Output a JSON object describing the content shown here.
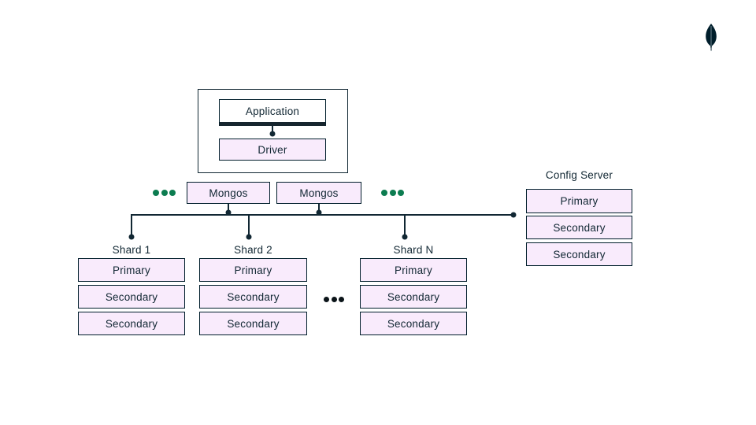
{
  "page": {
    "background": "#FFFFFF"
  },
  "colors": {
    "outline_dark": "#112733",
    "logo_dark": "#001E2B",
    "box_fill_pink": "#F9EBFC",
    "box_fill_white": "#FFFFFF",
    "ellipsis_green": "#0C7C50",
    "ellipsis_black": "#0B1419"
  },
  "logo": {
    "name": "mongodb-leaf"
  },
  "app_group": {
    "application_label": "Application",
    "driver_label": "Driver"
  },
  "mongos_row": {
    "boxes": [
      "Mongos",
      "Mongos"
    ]
  },
  "config_server": {
    "title": "Config Server",
    "nodes": [
      "Primary",
      "Secondary",
      "Secondary"
    ]
  },
  "shards": [
    {
      "title": "Shard 1",
      "nodes": [
        "Primary",
        "Secondary",
        "Secondary"
      ]
    },
    {
      "title": "Shard 2",
      "nodes": [
        "Primary",
        "Secondary",
        "Secondary"
      ]
    },
    {
      "title": "Shard N",
      "nodes": [
        "Primary",
        "Secondary",
        "Secondary"
      ]
    }
  ]
}
